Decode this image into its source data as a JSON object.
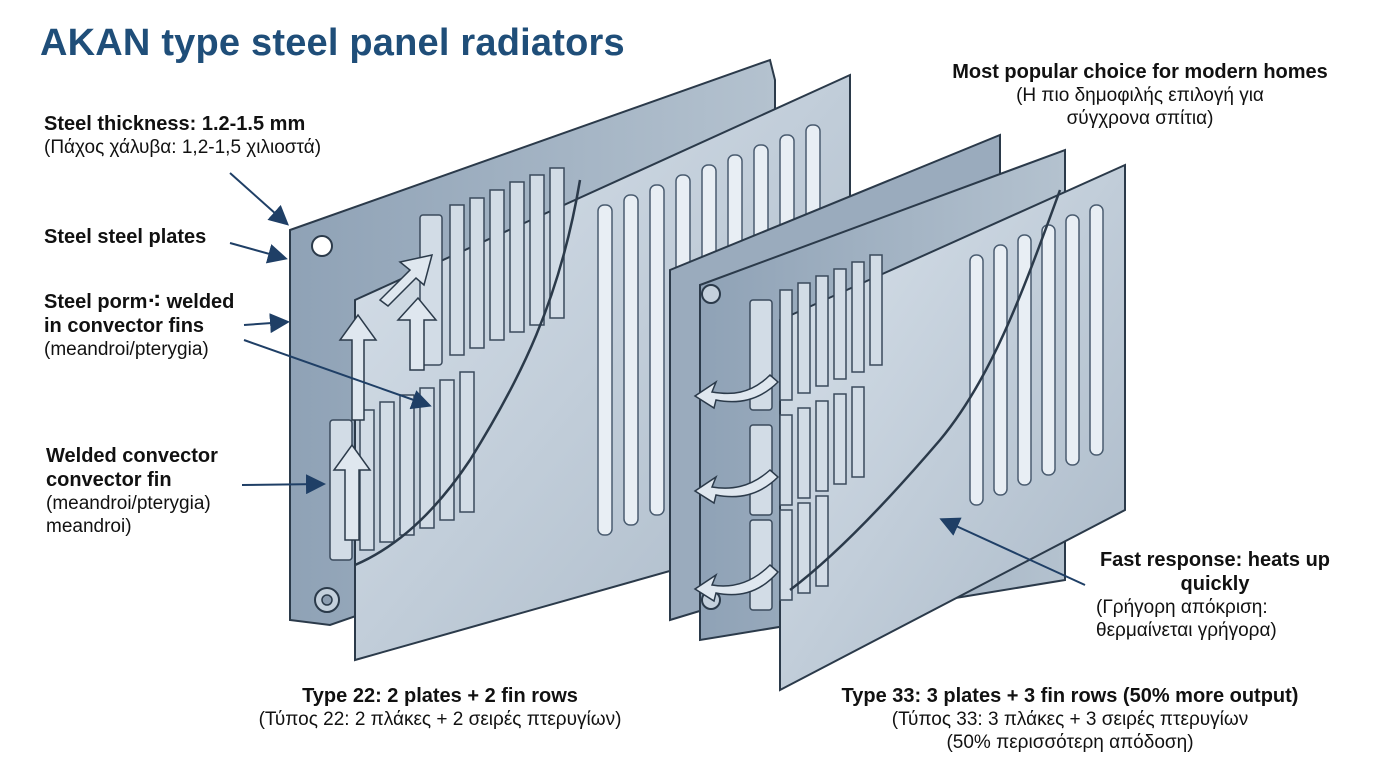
{
  "title": "AKAN type steel panel radiators",
  "labels": {
    "steel_thickness": {
      "en": "Steel thickness: 1.2-1.5 mm",
      "gr": "(Πάχος χάλυβα: 1,2-1,5 χιλιοστά)"
    },
    "steel_plates": {
      "en": "Steel steel plates"
    },
    "steel_form": {
      "en1": "Steel porm⁖ welded",
      "en2": "in convector fins",
      "gr": "(meandroi/pterygia)"
    },
    "welded_fin": {
      "en1": "Welded convector",
      "en2": "convector fin",
      "gr1": "(meandroi/pterygia)",
      "gr2": "meandroi)"
    },
    "popular": {
      "en": "Most popular choice for modern homes",
      "gr1": "(Η πιο δημοφιλής επιλογή για",
      "gr2": "σύγχρονα σπίτια)"
    },
    "fast": {
      "en1": "Fast response: heats up",
      "en2": "quickly",
      "gr1": "(Γρήγορη απόκριση:",
      "gr2": "θερμαίνεται γρήγορα)"
    },
    "type22": {
      "en": "Type 22: 2 plates + 2 fin rows",
      "gr": "(Τύπος 22: 2 πλάκες + 2 σειρές πτερυγίων)"
    },
    "type33": {
      "en": "Type 33: 3 plates + 3 fin rows (50% more output)",
      "gr1": "(Τύπος 33: 3 πλάκες + 3 σειρές πτερυγίων",
      "gr2": "(50% περισσότερη απόδοση)"
    }
  },
  "colors": {
    "title": "#1f4e79",
    "panel_fill": "#c4d0dc",
    "panel_dark": "#8c9db0",
    "outline": "#2b3a4a",
    "arrow": "#1f3f66"
  }
}
